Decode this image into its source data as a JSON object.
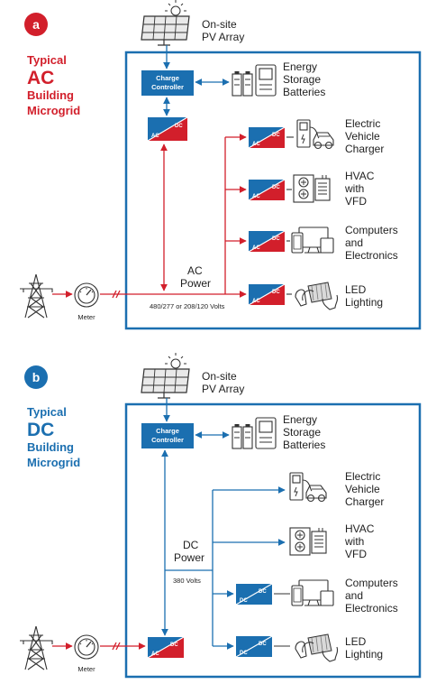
{
  "colors": {
    "ac_red": "#d21f2b",
    "dc_blue": "#1b6fb0",
    "box_blue": "#1b6fb0",
    "text_dark": "#1f1f1f"
  },
  "panel_a": {
    "badge": "a",
    "title": [
      "Typical",
      "AC",
      "Building",
      "Microgrid"
    ],
    "pv_label": [
      "On-site",
      "PV Array"
    ],
    "charge_controller": [
      "Charge",
      "Controller"
    ],
    "storage_label": [
      "Energy",
      "Storage",
      "Batteries"
    ],
    "converter": {
      "left": "AC",
      "right": "DC"
    },
    "bus_label": [
      "AC",
      "Power"
    ],
    "voltage": "480/277 or 208/120 Volts",
    "meter_label": "Meter",
    "loads": [
      {
        "label": [
          "Electric",
          "Vehicle",
          "Charger"
        ],
        "icon": "ev-charger-icon",
        "converter": [
          "AC",
          "DC"
        ]
      },
      {
        "label": [
          "HVAC",
          "with",
          "VFD"
        ],
        "icon": "hvac-icon",
        "converter": [
          "AC",
          "DC"
        ]
      },
      {
        "label": [
          "Computers",
          "and",
          "Electronics"
        ],
        "icon": "computers-icon",
        "converter": [
          "AC",
          "DC"
        ]
      },
      {
        "label": [
          "LED",
          "Lighting"
        ],
        "icon": "led-lighting-icon",
        "converter": [
          "AC",
          "DC"
        ]
      }
    ]
  },
  "panel_b": {
    "badge": "b",
    "title": [
      "Typical",
      "DC",
      "Building",
      "Microgrid"
    ],
    "pv_label": [
      "On-site",
      "PV Array"
    ],
    "charge_controller": [
      "Charge",
      "Controller"
    ],
    "storage_label": [
      "Energy",
      "Storage",
      "Batteries"
    ],
    "converter": {
      "left": "AC",
      "right": "DC"
    },
    "bus_label": [
      "DC",
      "Power"
    ],
    "voltage": "380 Volts",
    "meter_label": "Meter",
    "loads": [
      {
        "label": [
          "Electric",
          "Vehicle",
          "Charger"
        ],
        "icon": "ev-charger-icon"
      },
      {
        "label": [
          "HVAC",
          "with",
          "VFD"
        ],
        "icon": "hvac-icon"
      },
      {
        "label": [
          "Computers",
          "and",
          "Electronics"
        ],
        "icon": "computers-icon",
        "converter": [
          "DC",
          "DC"
        ]
      },
      {
        "label": [
          "LED",
          "Lighting"
        ],
        "icon": "led-lighting-icon",
        "converter": [
          "DC",
          "DC"
        ]
      }
    ]
  }
}
